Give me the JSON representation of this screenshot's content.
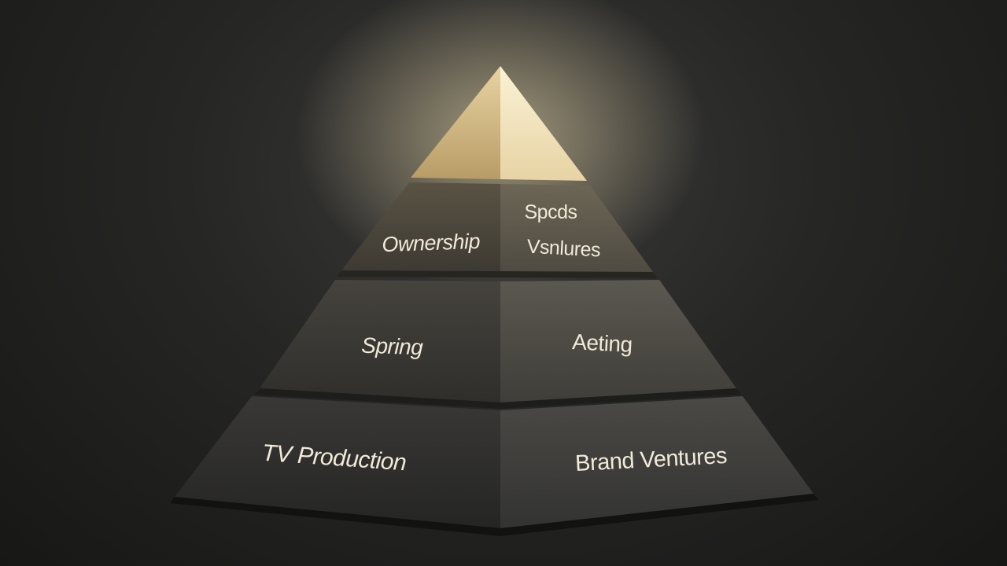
{
  "pyramid": {
    "apex": {
      "label": ""
    },
    "tiers": [
      {
        "left": "Ownership",
        "right_line1": "Spcds",
        "right_line2": "Vsnlures"
      },
      {
        "left": "Spring",
        "right": "Aeting"
      },
      {
        "left": "TV Production",
        "right": "Brand Ventures"
      }
    ]
  },
  "colors": {
    "apex_left": "#c9ad78",
    "apex_right": "#f3e5c0",
    "tier_left": "#4a463e",
    "tier_right": "#5c5850",
    "glow": "#f5e3b3"
  }
}
